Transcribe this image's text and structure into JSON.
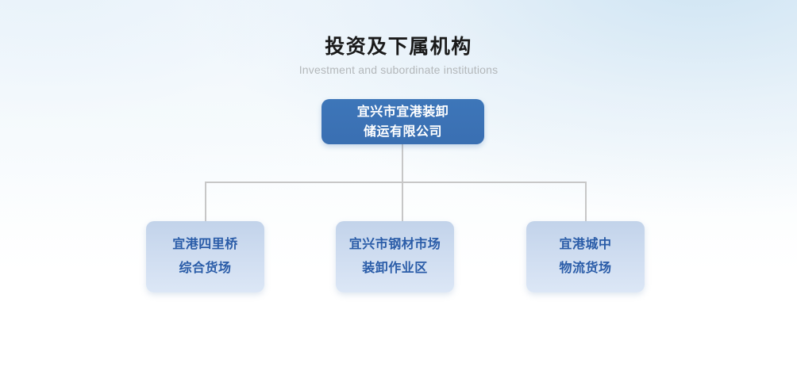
{
  "heading": {
    "title_cn": "投资及下属机构",
    "title_en": "Investment and subordinate institutions"
  },
  "colors": {
    "root_node_bg": "#3a6fb2",
    "root_node_text": "#ffffff",
    "child_node_bg_top": "#c2d3ea",
    "child_node_bg_bottom": "#dce7f6",
    "child_node_text": "#2a5ca8",
    "connector_line": "#c7c7c7",
    "title_text": "#1a1a1a",
    "subtitle_text": "#b3b7ba",
    "page_background": "#eef5fb"
  },
  "org_chart": {
    "root": {
      "line1": "宜兴市宜港装卸",
      "line2": "储运有限公司"
    },
    "children": [
      {
        "line1": "宜港四里桥",
        "line2": "综合货场"
      },
      {
        "line1": "宜兴市钢材市场",
        "line2": "装卸作业区"
      },
      {
        "line1": "宜港城中",
        "line2": "物流货场"
      }
    ]
  }
}
